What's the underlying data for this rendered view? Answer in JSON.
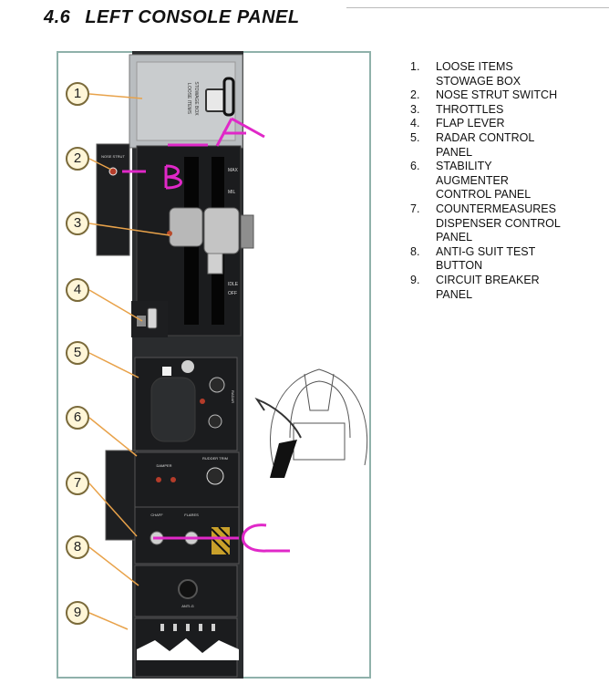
{
  "header": {
    "number": "4.6",
    "title": "LEFT CONSOLE PANEL"
  },
  "callouts": [
    "1",
    "2",
    "3",
    "4",
    "5",
    "6",
    "7",
    "8",
    "9"
  ],
  "legend": [
    {
      "num": "1.",
      "lines": [
        "LOOSE ITEMS",
        "STOWAGE BOX"
      ]
    },
    {
      "num": "2.",
      "lines": [
        "NOSE STRUT SWITCH"
      ]
    },
    {
      "num": "3.",
      "lines": [
        "THROTTLES"
      ]
    },
    {
      "num": "4.",
      "lines": [
        "FLAP LEVER"
      ]
    },
    {
      "num": "5.",
      "lines": [
        "RADAR CONTROL",
        "PANEL"
      ]
    },
    {
      "num": "6.",
      "lines": [
        "STABILITY",
        "AUGMENTER",
        "CONTROL PANEL"
      ]
    },
    {
      "num": "7.",
      "lines": [
        "COUNTERMEASURES",
        "DISPENSER CONTROL",
        "PANEL"
      ]
    },
    {
      "num": "8.",
      "lines": [
        "ANTI-G SUIT TEST",
        "BUTTON"
      ]
    },
    {
      "num": "9.",
      "lines": [
        "CIRCUIT BREAKER",
        "PANEL"
      ]
    }
  ],
  "panel_labels": {
    "stowage": [
      "LOOSE ITEMS",
      "STOWAGE BOX"
    ],
    "nose_strut": "NOSE STRUT",
    "throttle_max": "MAX",
    "throttle_mil": "MIL",
    "throttle_idle": "IDLE",
    "throttle_off": "OFF",
    "radar": "RADAR",
    "damper": "DAMPER",
    "rudder_trim": "RUDDER TRIM",
    "chaff": "CHAFF",
    "flares": "FLARES",
    "anti_g": "ANTI-G"
  },
  "annotations": {
    "a": "A",
    "b": "B",
    "c": "C"
  },
  "colors": {
    "console": "#2a2c2e",
    "frame": "#8fb1aa",
    "callout_fill": "#fff6d8",
    "leader": "#e8a24a",
    "annotation": "#e028c8"
  }
}
